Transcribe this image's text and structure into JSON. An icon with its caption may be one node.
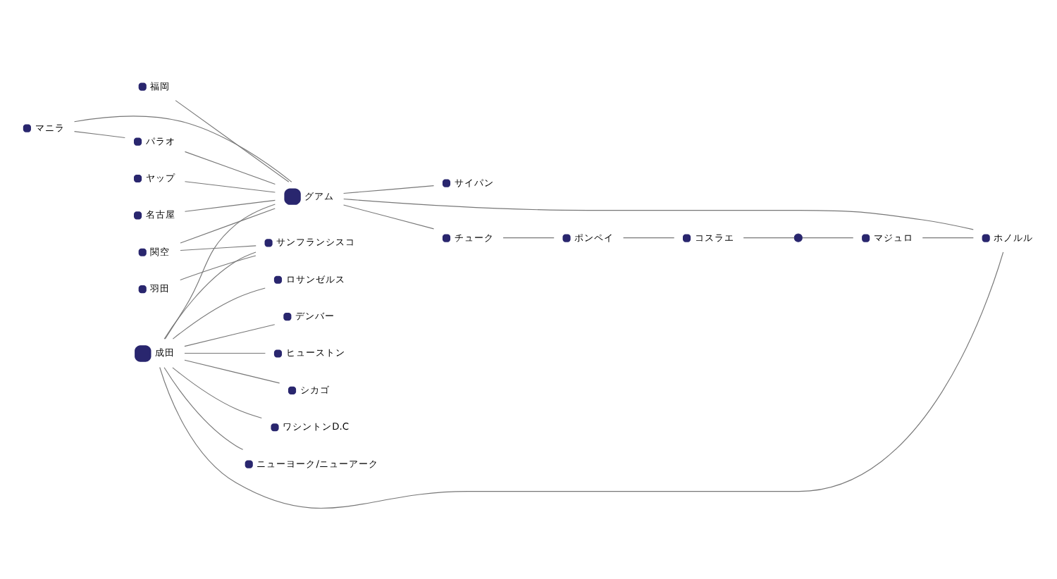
{
  "diagram": {
    "nodes": [
      {
        "text": [
          "成田"
        ]
      },
      {
        "text": [
          "羽田"
        ]
      },
      {
        "text": [
          "名古屋"
        ]
      },
      {
        "text": [
          "関空"
        ]
      },
      {
        "text": [
          "福岡"
        ]
      },
      {
        "text": [
          "ホノルル"
        ]
      },
      {
        "text": [
          "サンフランシスコ"
        ]
      },
      {
        "text": [
          "ロサンゼルス"
        ]
      },
      {
        "text": [
          "デンバー"
        ]
      },
      {
        "text": [
          "ヒューストン"
        ]
      },
      {
        "text": [
          "シカゴ"
        ]
      },
      {
        "text": [
          "ワシントンD.C"
        ]
      },
      {
        "text": [
          "ニューヨーク/ニューアーク"
        ]
      },
      {
        "text": [
          "マニラ"
        ]
      },
      {
        "text": [
          "グアム"
        ]
      },
      {
        "text": [
          "サイパン"
        ]
      },
      {
        "text": [
          "パラオ"
        ]
      },
      {
        "text": [
          "ヤップ"
        ]
      },
      {
        "text": [
          "チューク"
        ]
      },
      {
        "text": [
          "ポンペイ"
        ]
      },
      {
        "text": [
          "コスラエ"
        ]
      },
      {
        "text": [],
        "shape": "circle"
      },
      {
        "text": [
          "マジュロ"
        ]
      }
    ],
    "edges": [
      {
        "from": 0,
        "to": 6,
        "arrow": "none"
      },
      {
        "from": 0,
        "to": 7,
        "arrow": "none"
      },
      {
        "from": 0,
        "to": 8,
        "arrow": "none"
      },
      {
        "from": 0,
        "to": 9,
        "arrow": "none"
      },
      {
        "from": 0,
        "to": 10,
        "arrow": "none"
      },
      {
        "from": 0,
        "to": 11,
        "arrow": "none"
      },
      {
        "from": 0,
        "to": 12,
        "arrow": "none"
      },
      {
        "from": 0,
        "to": 5,
        "arrow": "none"
      },
      {
        "from": 0,
        "to": 14,
        "arrow": "none"
      },
      {
        "from": 1,
        "to": 6,
        "arrow": "none"
      },
      {
        "from": 3,
        "to": 6,
        "arrow": "none"
      },
      {
        "from": 2,
        "to": 14,
        "arrow": "none"
      },
      {
        "from": 3,
        "to": 14,
        "arrow": "none"
      },
      {
        "from": 4,
        "to": 14,
        "arrow": "none"
      },
      {
        "from": 14,
        "to": 15,
        "arrow": "none"
      },
      {
        "from": 14,
        "to": 5,
        "arrow": "none"
      },
      {
        "from": 13,
        "to": 14,
        "arrow": "none"
      },
      {
        "from": 13,
        "to": 16,
        "arrow": "none"
      },
      {
        "from": 16,
        "to": 14,
        "arrow": "none"
      },
      {
        "from": 17,
        "to": 14,
        "arrow": "none"
      },
      {
        "from": 14,
        "to": 18,
        "arrow": "none"
      },
      {
        "from": 18,
        "to": 19,
        "arrow": "none"
      },
      {
        "from": 19,
        "to": 20,
        "arrow": "none"
      },
      {
        "from": 20,
        "to": 21,
        "arrow": "none"
      },
      {
        "from": 21,
        "to": 22,
        "arrow": "none"
      },
      {
        "from": 22,
        "to": 5,
        "arrow": "none"
      }
    ]
  }
}
